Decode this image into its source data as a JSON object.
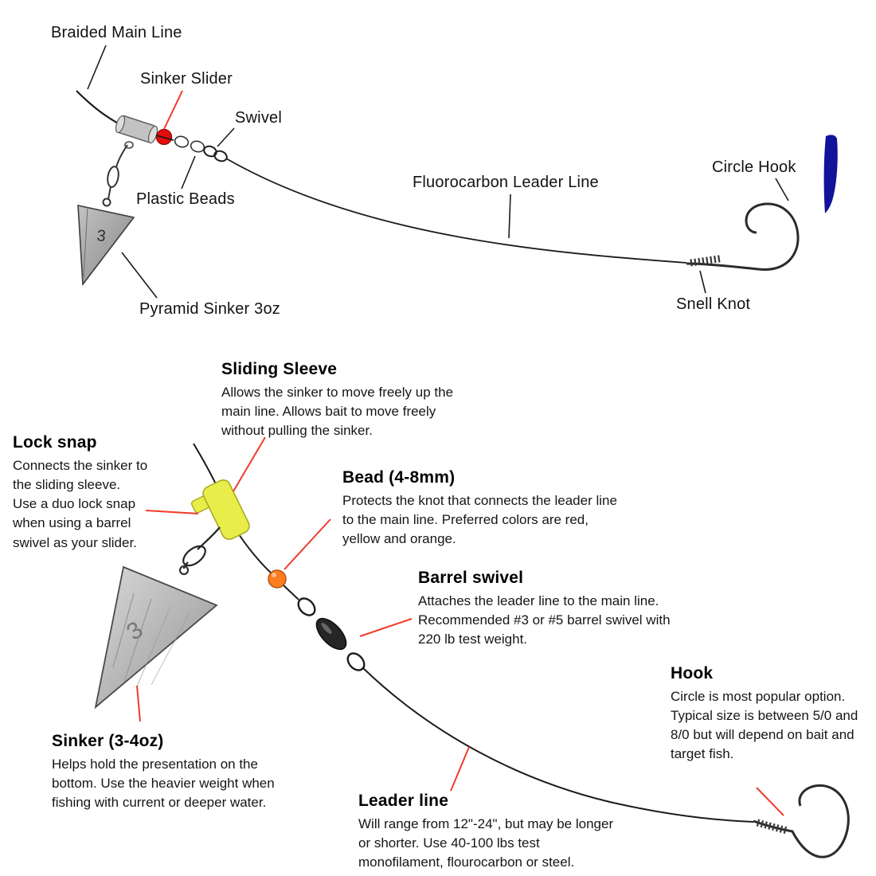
{
  "colors": {
    "pointer_red": "#f23a2b",
    "line_black": "#1c1c1c",
    "bead_red": "#e60d0d",
    "bead_orange": "#fd7d21",
    "sleeve_yellow": "#e9ed4a",
    "sinker_gray": "#a8a8a8",
    "blue_fragment": "#12129b"
  },
  "top_diagram": {
    "sinker_weight_label": "3",
    "labels": {
      "braided_main_line": "Braided Main Line",
      "sinker_slider": "Sinker Slider",
      "swivel": "Swivel",
      "plastic_beads": "Plastic Beads",
      "pyramid_sinker": "Pyramid Sinker 3oz",
      "fluorocarbon_leader_line": "Fluorocarbon Leader Line",
      "circle_hook": "Circle Hook",
      "snell_knot": "Snell Knot"
    }
  },
  "bottom_diagram": {
    "sinker_weight_label": "3",
    "callouts": {
      "sliding_sleeve": {
        "title": "Sliding Sleeve",
        "body": "Allows the sinker to move freely up the main line. Allows bait to move freely without pulling the sinker."
      },
      "lock_snap": {
        "title": "Lock snap",
        "body": "Connects the sinker to the sliding sleeve. Use a duo lock snap when using a barrel swivel as your slider."
      },
      "bead": {
        "title": "Bead (4-8mm)",
        "body": "Protects the knot that connects the leader line to the main line. Preferred colors are red, yellow and orange."
      },
      "barrel_swivel": {
        "title": "Barrel swivel",
        "body": "Attaches the leader line to the main line. Recommended #3 or #5 barrel swivel with 220 lb test weight."
      },
      "sinker": {
        "title": "Sinker (3-4oz)",
        "body": "Helps hold the presentation on the bottom. Use the heavier weight when fishing with current or deeper water."
      },
      "leader_line": {
        "title": "Leader line",
        "body": "Will range from 12\"-24\", but may be longer or shorter. Use 40-100 lbs test monofilament, flourocarbon or steel."
      },
      "hook": {
        "title": "Hook",
        "body": "Circle is most popular option. Typical size is between 5/0 and 8/0 but will depend on bait and target fish."
      }
    }
  }
}
